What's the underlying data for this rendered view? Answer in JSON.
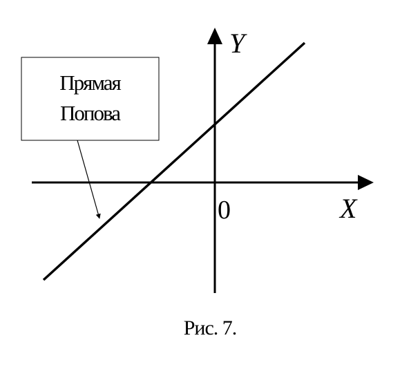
{
  "diagram": {
    "label_box": {
      "line1": "Прямая",
      "line2": "Попова"
    },
    "axis_x_label": "X",
    "axis_y_label": "Y",
    "origin_label": "0",
    "stroke_color": "#000000",
    "background_color": "#ffffff"
  },
  "caption": "Рис. 7."
}
